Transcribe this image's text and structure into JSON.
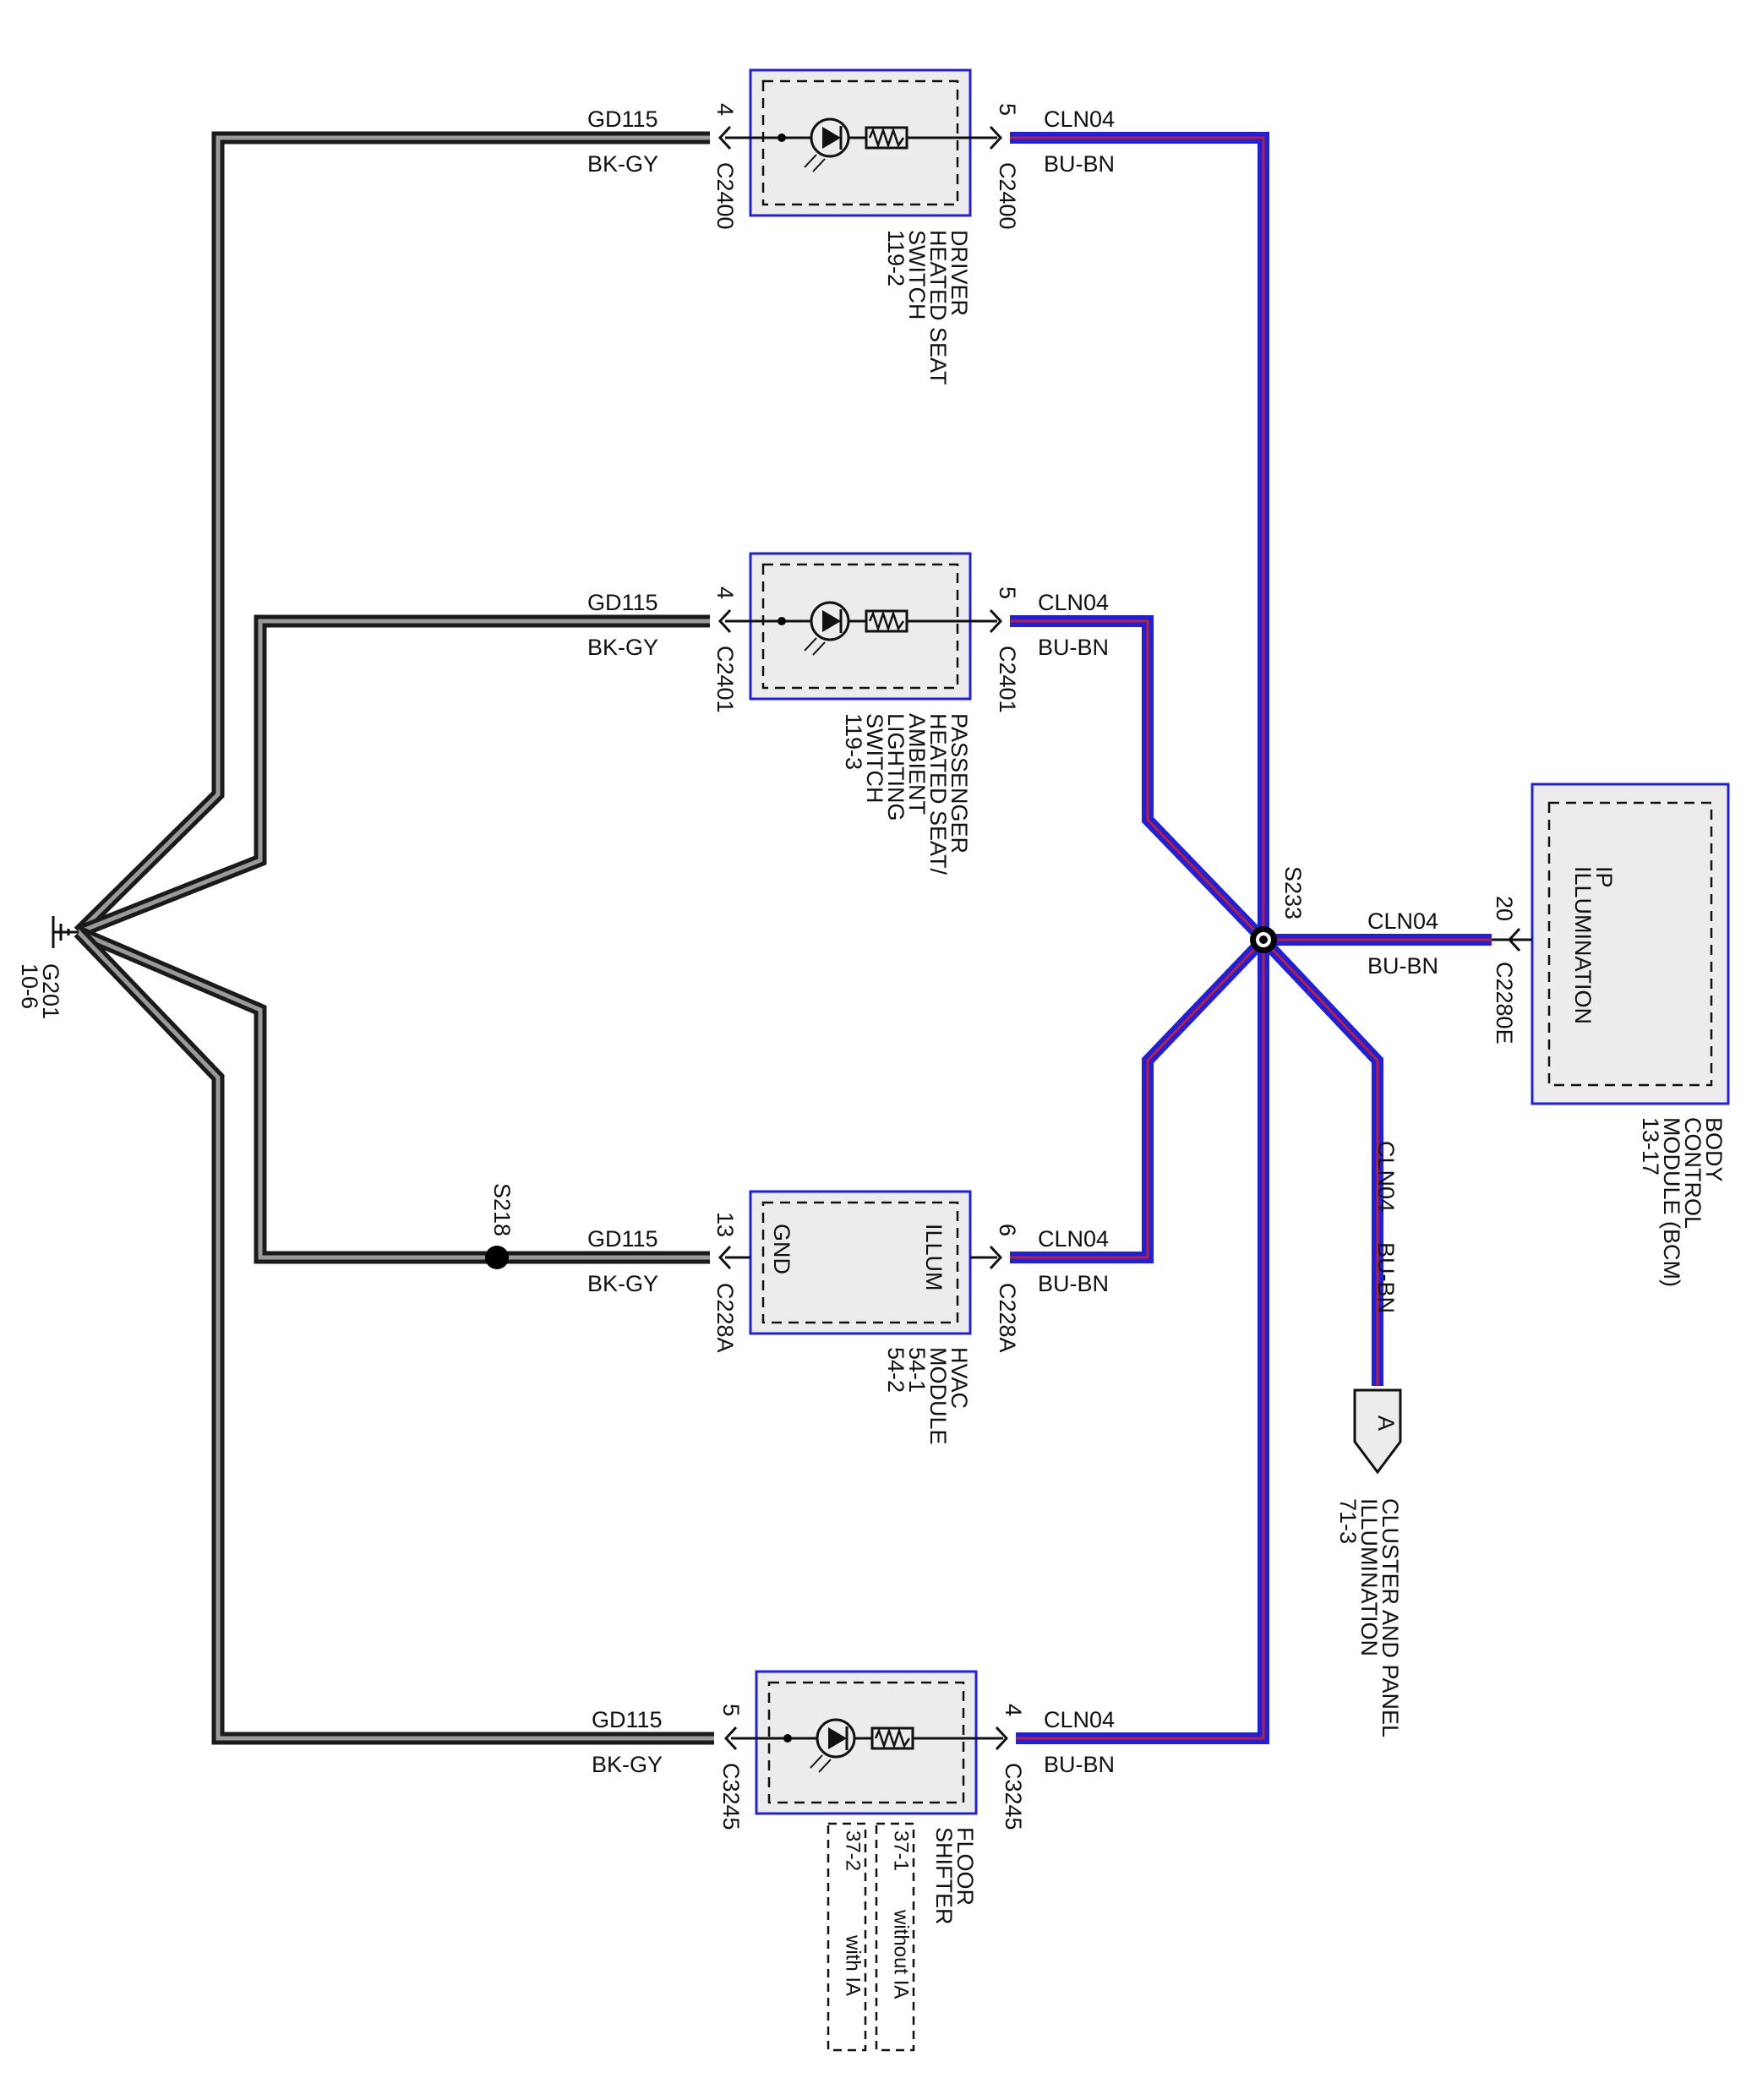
{
  "colors": {
    "ground_wire": "#1a1a1a",
    "ground_wire_inner": "#9a9a9a",
    "illum_wire": "#1f1fe0",
    "illum_wire_inner": "#c0202a",
    "component_border": "#1f1fe0",
    "component_fill": "#ececec"
  },
  "ground": {
    "id": "G201",
    "ref": "10-6"
  },
  "splices": {
    "s233": "S233",
    "s218": "S218"
  },
  "wire": {
    "ground_circuit": "GD115",
    "ground_color": "BK-GY",
    "illum_circuit": "CLN04",
    "illum_color": "BU-BN"
  },
  "components": {
    "driver_switch": {
      "lines": [
        "DRIVER",
        "HEATED SEAT",
        "SWITCH",
        "119-2"
      ],
      "connector": "C2400",
      "gnd_pin": "4",
      "illum_pin": "5"
    },
    "passenger_switch": {
      "lines": [
        "PASSENGER",
        "HEATED SEAT/",
        "AMBIENT",
        "LIGHTING",
        "SWITCH",
        "119-3"
      ],
      "connector": "C2401",
      "gnd_pin": "4",
      "illum_pin": "5"
    },
    "hvac": {
      "lines": [
        "HVAC",
        "MODULE",
        "54-1",
        "54-2"
      ],
      "connector": "C228A",
      "gnd_pin": "13",
      "illum_pin": "6",
      "gnd_label": "GND",
      "illum_label": "ILLUM"
    },
    "floor_shifter": {
      "lines": [
        "FLOOR",
        "SHIFTER"
      ],
      "connector": "C3245",
      "gnd_pin": "5",
      "illum_pin": "4",
      "variant1_ref": "37-1",
      "variant1_note": "without IA",
      "variant2_ref": "37-2",
      "variant2_note": "with IA"
    },
    "bcm": {
      "inner_lines": [
        "IP",
        "ILLUMINATION"
      ],
      "lines": [
        "BODY",
        "CONTROL",
        "MODULE (BCM)",
        "13-17"
      ],
      "connector": "C2280E",
      "pin": "20"
    },
    "cluster": {
      "connector_letter": "A",
      "lines": [
        "CLUSTER AND PANEL",
        "ILLUMINATION",
        "71-3"
      ]
    }
  }
}
